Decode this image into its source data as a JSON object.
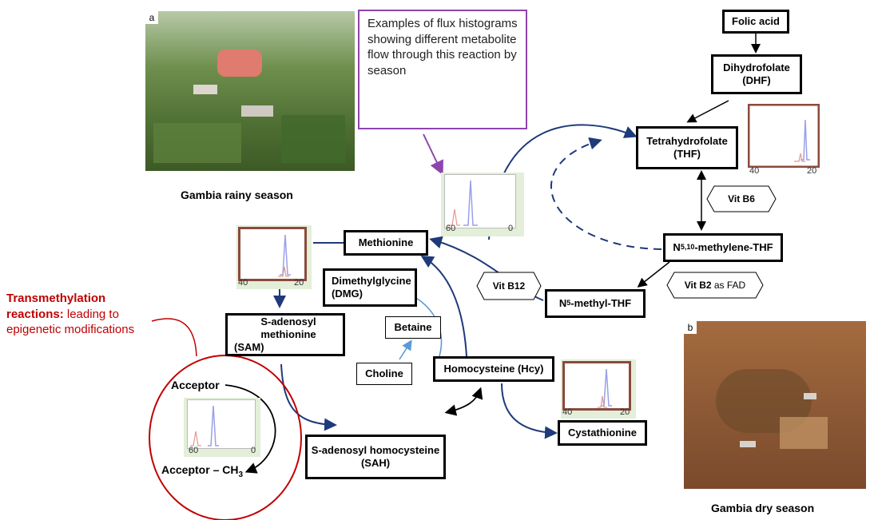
{
  "photos": {
    "rainy": {
      "tag": "a",
      "caption": "Gambia rainy season"
    },
    "dry": {
      "tag": "b",
      "caption": "Gambia dry season"
    }
  },
  "callout": {
    "text": "Examples of flux histograms showing different metabolite flow through this reaction by season"
  },
  "transmethylation": {
    "bold": "Transmethylation reactions:",
    "rest": " leading to epigenetic modifications"
  },
  "nodes": {
    "folic_acid": "Folic acid",
    "dhf_1": "Dihydrofolate",
    "dhf_2": "(DHF)",
    "thf_1": "Tetrahydrofolate",
    "thf_2": "(THF)",
    "methylene_thf": "-methylene-THF",
    "methylene_sup": "5,10",
    "methyl_thf": "-methyl-THF",
    "methyl_sup": "5",
    "n_letter": "N",
    "methionine": "Methionine",
    "dmg_1": "Dimethylglycine",
    "dmg_2": "(DMG)",
    "sam_1": "S-adenosyl methionine",
    "sam_2": "(SAM)",
    "betaine": "Betaine",
    "choline": "Choline",
    "hcy": "Homocysteine (Hcy)",
    "sah_1": "S-adenosyl homocysteine",
    "sah_2": "(SAH)",
    "cystathionine": "Cystathionine",
    "acceptor": "Acceptor",
    "acceptor_ch3": "Acceptor – CH",
    "ch3_sub": "3"
  },
  "vitamins": {
    "b6": "Vit B6",
    "b12": "Vit B12",
    "b2_bold": "Vit B2",
    "b2_rest": " as FAD"
  },
  "histograms": {
    "thf": {
      "left": "40",
      "right": "20"
    },
    "center": {
      "left": "60",
      "right": "0"
    },
    "sam": {
      "left": "40",
      "right": "20"
    },
    "cyst": {
      "left": "40",
      "right": "20"
    },
    "acceptor": {
      "left": "60",
      "right": "0"
    }
  },
  "colors": {
    "arrow_blue": "#1f3a7a",
    "light_blue": "#5b9bd5",
    "purple": "#8e44ad",
    "red": "#c00000",
    "hist_frame": "#8b4a3c",
    "hist_green": "#e3efd8"
  }
}
